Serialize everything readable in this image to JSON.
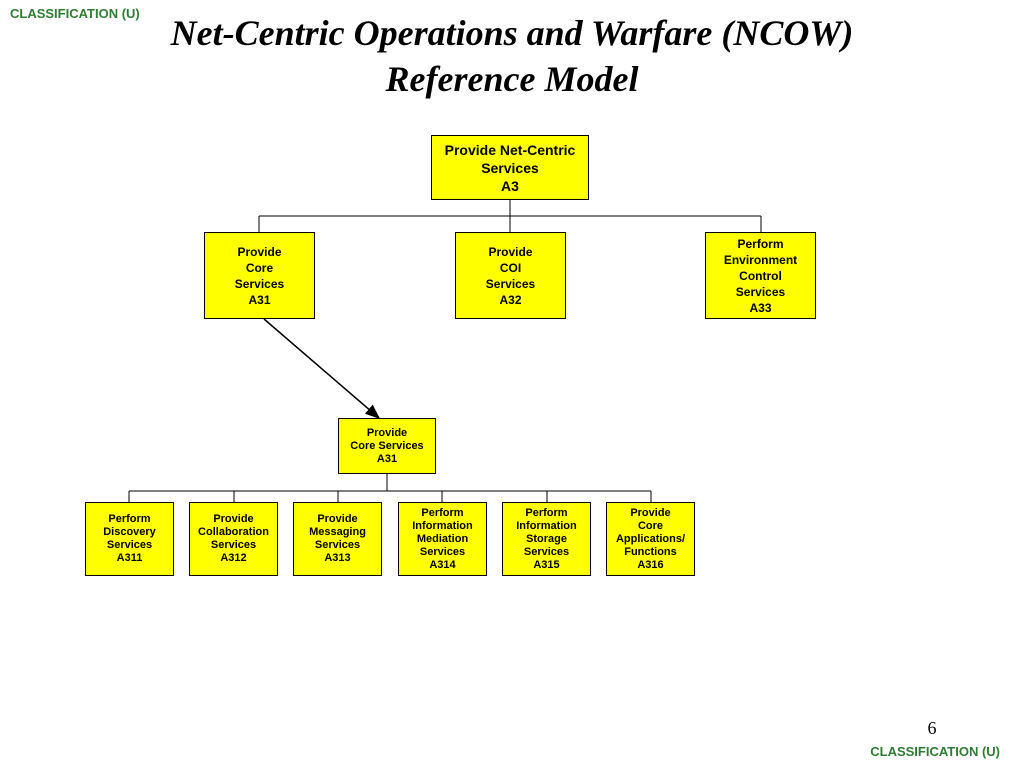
{
  "classification": {
    "top": "CLASSIFICATION (U)",
    "bottom": "CLASSIFICATION (U)"
  },
  "title": {
    "line1": "Net-Centric Operations and Warfare (NCOW)",
    "line2": "Reference Model"
  },
  "root": {
    "lines": [
      "Provide Net-Centric",
      "Services",
      "A3"
    ]
  },
  "level1": [
    {
      "lines": [
        "Provide",
        "Core",
        "Services",
        "A31"
      ]
    },
    {
      "lines": [
        "Provide",
        "COI",
        "Services",
        "A32"
      ]
    },
    {
      "lines": [
        "Perform",
        "Environment",
        "Control",
        "Services",
        "A33"
      ]
    }
  ],
  "decomposition": {
    "lines": [
      "Provide",
      "Core Services",
      "A31"
    ]
  },
  "level2": [
    {
      "lines": [
        "Perform",
        "Discovery",
        "Services",
        "A311"
      ]
    },
    {
      "lines": [
        "Provide",
        "Collaboration",
        "Services",
        "A312"
      ]
    },
    {
      "lines": [
        "Provide",
        "Messaging",
        "Services",
        "A313"
      ]
    },
    {
      "lines": [
        "Perform",
        "Information",
        "Mediation",
        "Services",
        "A314"
      ]
    },
    {
      "lines": [
        "Perform",
        "Information",
        "Storage",
        "Services",
        "A315"
      ]
    },
    {
      "lines": [
        "Provide",
        "Core",
        "Applications/",
        "Functions",
        "A316"
      ]
    }
  ],
  "page_number": "6",
  "colors": {
    "box_fill": "#ffff00",
    "classification": "#2e7d32"
  }
}
